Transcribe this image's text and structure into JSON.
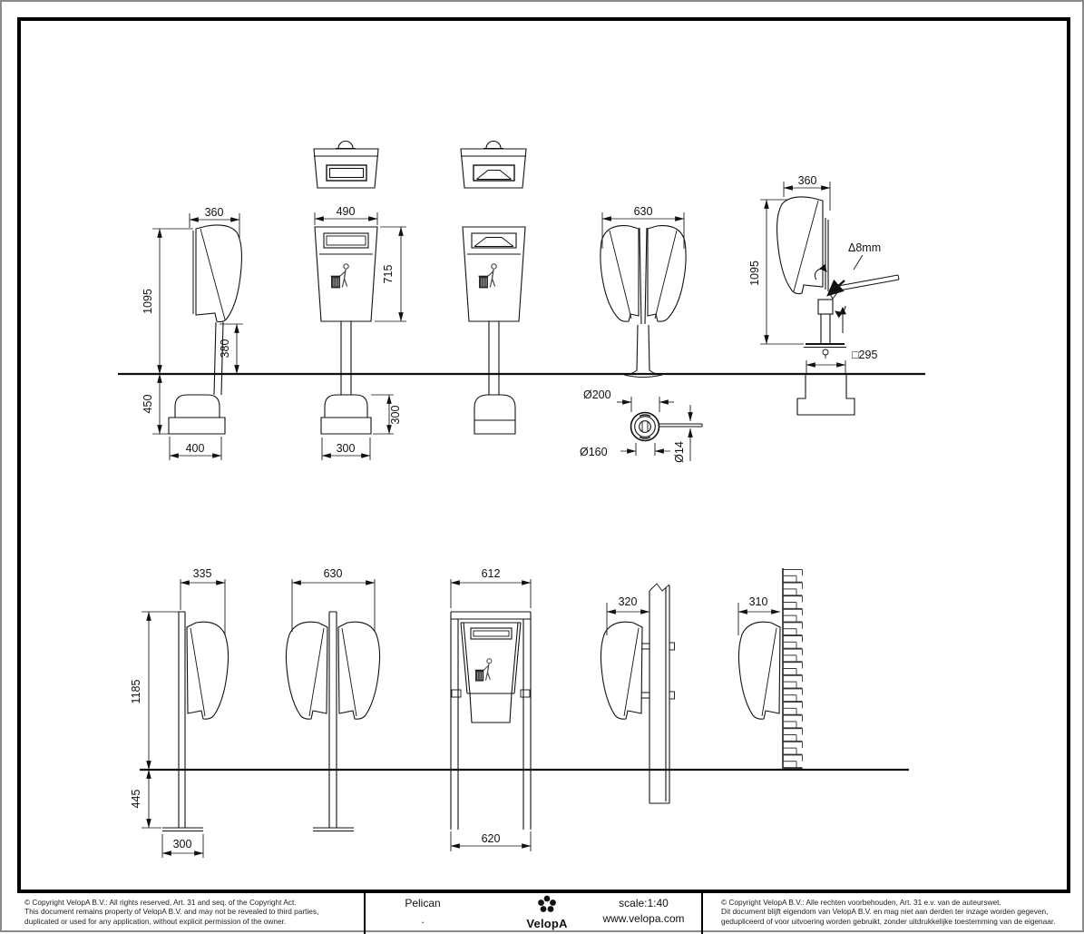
{
  "page": {
    "product_name": "Pelican",
    "product_subtitle": ".",
    "brand": "VelopA",
    "scale_label": "scale:1:40",
    "website": "www.velopa.com",
    "copyright_en": [
      "©  Copyright VelopA B.V.: All rights reserved, Art. 31 and seq. of the Copyright Act.",
      "This document remains property of VelopA B.V. and may not be revealed to third parties,",
      "duplicated or used for any application, without explicit permission of the owner."
    ],
    "copyright_nl": [
      "©  Copyright VelopA B.V.: Alle rechten voorbehouden, Art. 31 e.v. van de auteurswet.",
      "Dit document blijft eigendom van VelopA B.V. en mag niet aan derden ter inzage worden gegeven,",
      "gedupliceerd of voor uitvoering worden gebruikt, zonder uitdrukkelijke toestemming van de eigenaar."
    ]
  },
  "dims": {
    "side_ground": {
      "top_width": "360",
      "total_height": "1095",
      "pole_height": "380",
      "anchor_depth": "450",
      "base_width": "400"
    },
    "front_ground": {
      "width": "490",
      "bin_height": "715",
      "base_height": "300",
      "base_width": "300"
    },
    "double_ground": {
      "width": "630"
    },
    "flange_detail": {
      "flange_diameter": "Ø200",
      "circle_diameter": "Ø160",
      "pin_diameter": "Ø14"
    },
    "side_flange": {
      "top_width": "360",
      "total_height": "1095",
      "key_size": "Δ8mm",
      "foundation_size": "□295"
    },
    "side_post": {
      "top_width": "335",
      "post_height": "1185",
      "anchor_depth": "445",
      "anchor_width": "300"
    },
    "double_post": {
      "width": "630"
    },
    "frame_unit": {
      "top_width": "612",
      "base_width": "620"
    },
    "pole_mounted": {
      "width": "320"
    },
    "wall_mounted": {
      "width": "310"
    }
  }
}
